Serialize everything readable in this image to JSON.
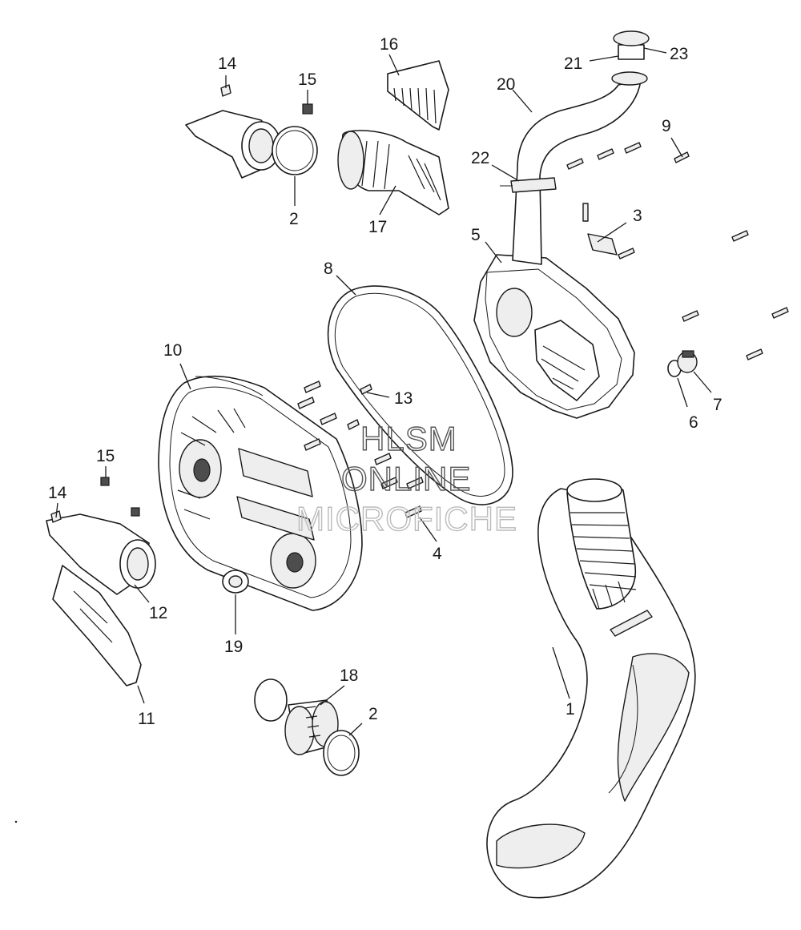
{
  "callouts": {
    "c1": "1",
    "c2a": "2",
    "c2b": "2",
    "c3": "3",
    "c4": "4",
    "c5": "5",
    "c6": "6",
    "c7": "7",
    "c8": "8",
    "c9": "9",
    "c10": "10",
    "c11": "11",
    "c12": "12",
    "c13": "13",
    "c14a": "14",
    "c14b": "14",
    "c15a": "15",
    "c15b": "15",
    "c16": "16",
    "c17": "17",
    "c18": "18",
    "c19": "19",
    "c20": "20",
    "c21": "21",
    "c22": "22",
    "c23": "23"
  },
  "watermark": {
    "line1": "HLSM",
    "line2": "ONLINE",
    "line3": "MICROFICHE"
  }
}
